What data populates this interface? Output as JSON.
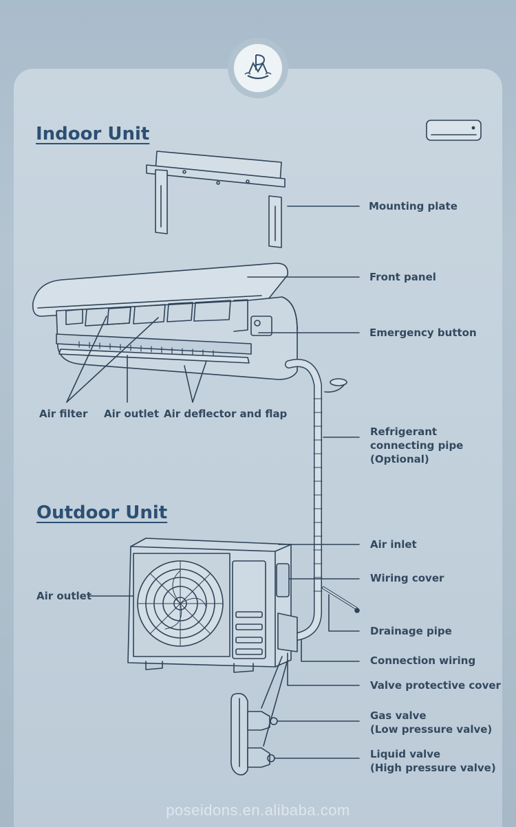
{
  "logo": {
    "letters": "PM"
  },
  "indoor": {
    "title": "Indoor Unit",
    "labels": {
      "mounting_plate": "Mounting plate",
      "front_panel": "Front panel",
      "emergency_button": "Emergency button",
      "air_filter": "Air filter",
      "air_outlet": "Air outlet",
      "air_deflector": "Air deflector and flap",
      "refrigerant_pipe": [
        "Refrigerant",
        "connecting pipe",
        "(Optional)"
      ]
    }
  },
  "outdoor": {
    "title": "Outdoor Unit",
    "labels": {
      "air_outlet": "Air outlet",
      "air_inlet": "Air inlet",
      "wiring_cover": "Wiring cover",
      "drainage_pipe": "Drainage pipe",
      "connection_wiring": "Connection wiring",
      "valve_protective_cover": "Valve protective cover",
      "gas_valve": [
        "Gas valve",
        "(Low pressure valve)"
      ],
      "liquid_valve": [
        "Liquid valve",
        "(High pressure valve)"
      ]
    }
  },
  "watermark": "poseidons.en.alibaba.com",
  "colors": {
    "ink": "#33495f",
    "title": "#2c4f72",
    "line": "#2f4357",
    "card": "#c6d4de"
  },
  "icons": [
    "ac-unit-icon",
    "logo-mark"
  ]
}
